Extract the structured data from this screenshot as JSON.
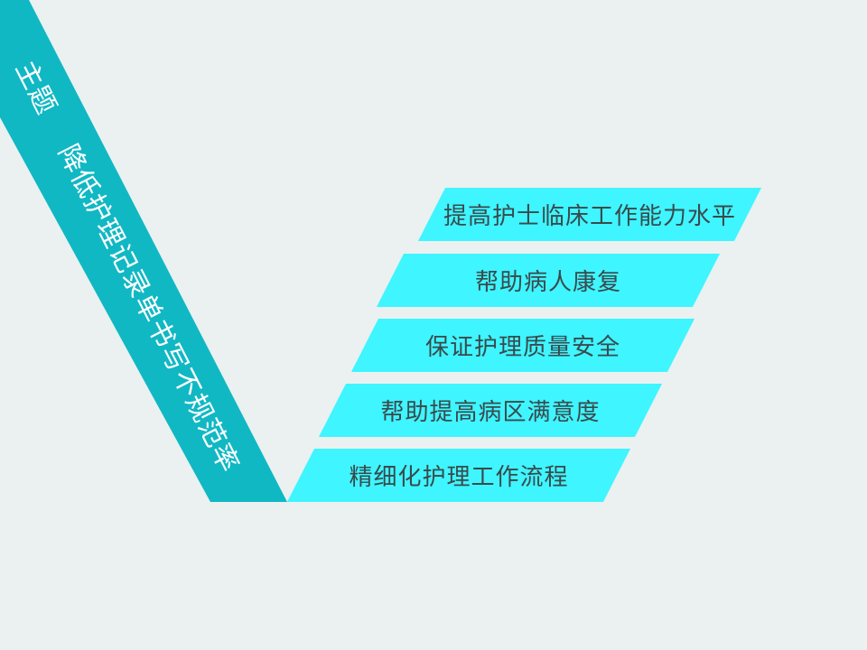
{
  "slide": {
    "ribbon": {
      "prefix": "主题",
      "label": "降低护理记录单书写不规范率"
    },
    "items": [
      {
        "label": "提高护士临床工作能力水平"
      },
      {
        "label": "帮助病人康复"
      },
      {
        "label": "保证护理质量安全"
      },
      {
        "label": "帮助提高病区满意度"
      },
      {
        "label": "精细化护理工作流程"
      }
    ],
    "colors": {
      "background": "#eaf1f0",
      "ribbon_fill": "#10b8c4",
      "ribbon_text": "#ffffff",
      "item_fill": "#3ff5ff",
      "item_text": "#3a4a4c"
    }
  }
}
